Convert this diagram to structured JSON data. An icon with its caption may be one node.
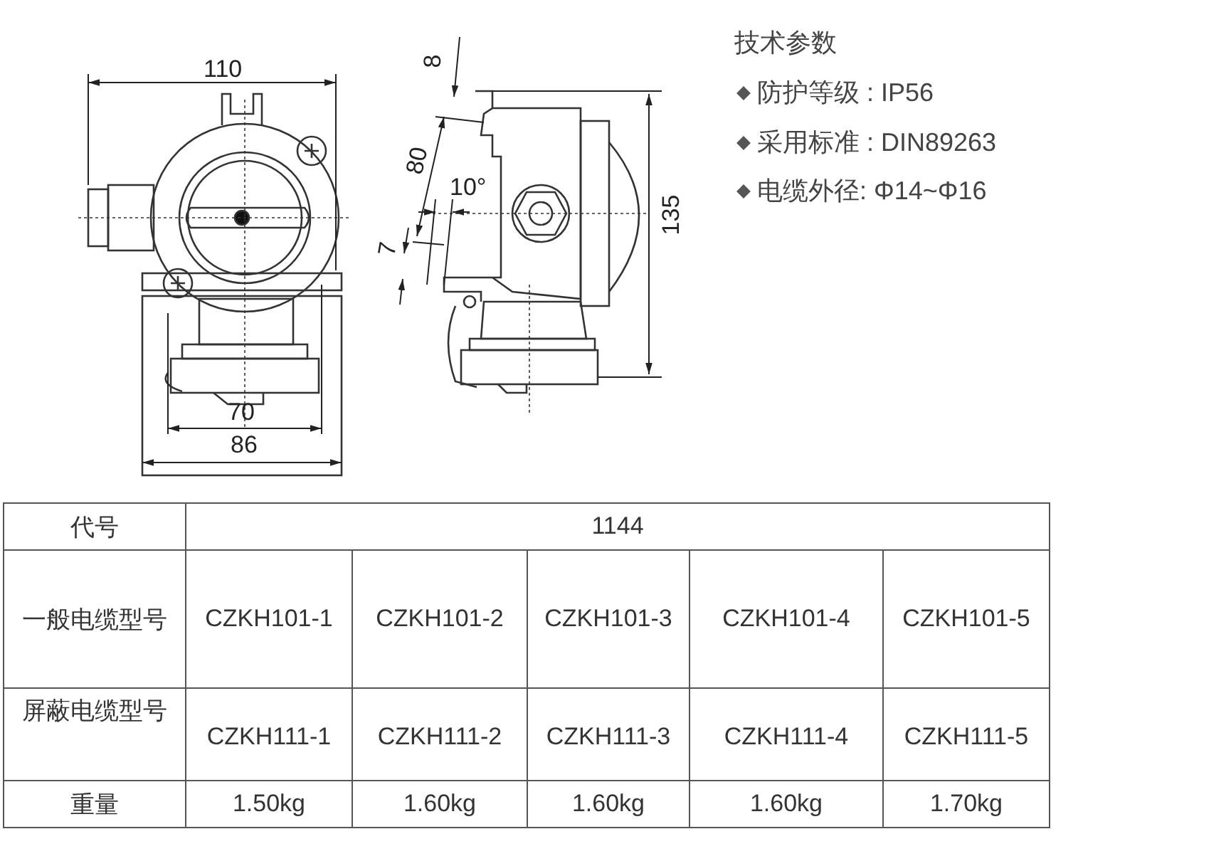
{
  "diagram": {
    "labels": [
      "110",
      "8",
      "80",
      "10°",
      "7",
      "135",
      "70",
      "86",
      "技术参数",
      "防护等级 : IP56",
      "采用标准 : DIN89263",
      "电缆外径: Φ14~Φ16",
      "代号",
      "1144",
      "一般电缆型号",
      "CZKH101-1",
      "CZKH101-2",
      "CZKH101-3",
      "CZKH101-4",
      "CZKH101-5",
      "屏蔽电缆型号",
      "CZKH111-1",
      "CZKH111-2",
      "CZKH111-3",
      "CZKH111-4",
      "CZKH111-5",
      "重量",
      "1.50kg",
      "1.60kg",
      "1.60kg",
      "1.60kg",
      "1.70kg"
    ]
  }
}
